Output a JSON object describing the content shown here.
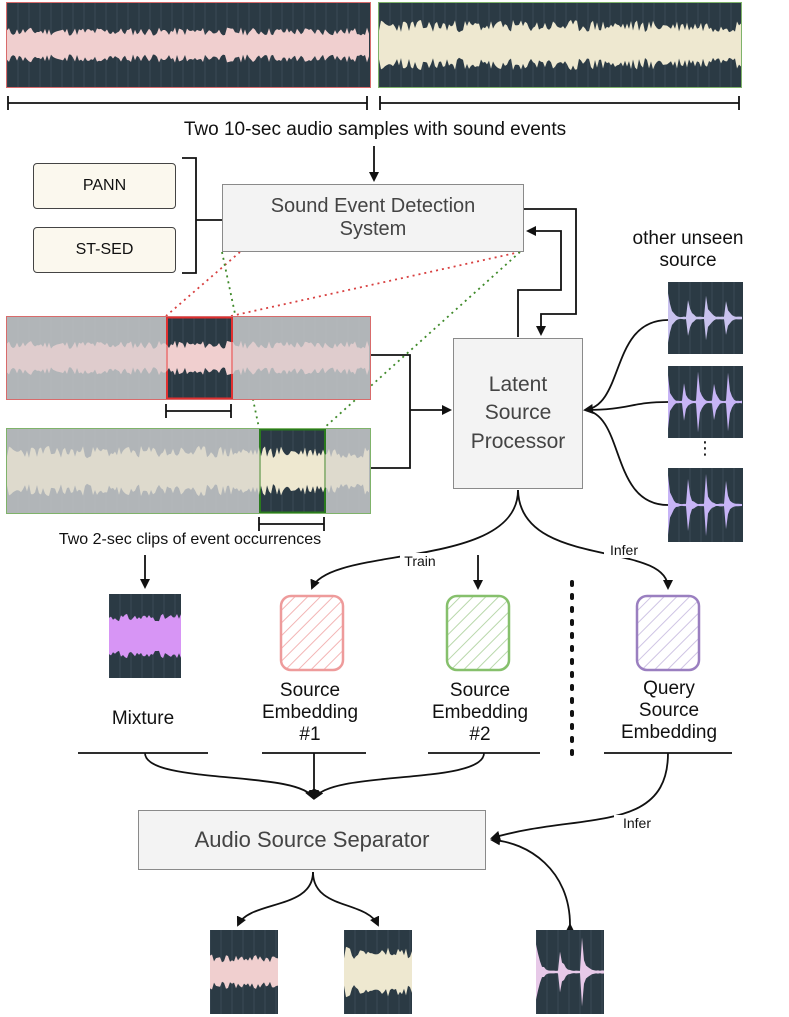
{
  "caption_top": "Two 10-sec audio samples with sound events",
  "caption_clips": "Two 2-sec clips of event occurrences",
  "sed_methods": [
    "PANN",
    "ST-SED"
  ],
  "sed_system": {
    "line1": "Sound Event Detection",
    "line2": "System"
  },
  "processor": {
    "line1": "Latent",
    "line2": "Source",
    "line3": "Processor"
  },
  "unseen": {
    "line1": "other unseen",
    "line2": "source",
    "ellipsis": "⋮"
  },
  "branch_labels": {
    "train": "Train",
    "infer": "Infer",
    "infer2": "Infer"
  },
  "mixture_label": "Mixture",
  "embedding1": {
    "line1": "Source",
    "line2": "Embedding",
    "line3": "#1"
  },
  "embedding2": {
    "line1": "Source",
    "line2": "Embedding",
    "line3": "#2"
  },
  "query": {
    "line1": "Query",
    "line2": "Source",
    "line3": "Embedding"
  },
  "separator": "Audio Source Separator",
  "colors": {
    "red": "#d86b6b",
    "green": "#7fb36a",
    "purple": "#9a7fc0",
    "dark_bg": "#2b3a44",
    "wave_pink": "#f0cfcf",
    "wave_cream": "#eee8d0",
    "wave_violet": "#c7b4f6",
    "mix_violet": "#d795f5"
  }
}
